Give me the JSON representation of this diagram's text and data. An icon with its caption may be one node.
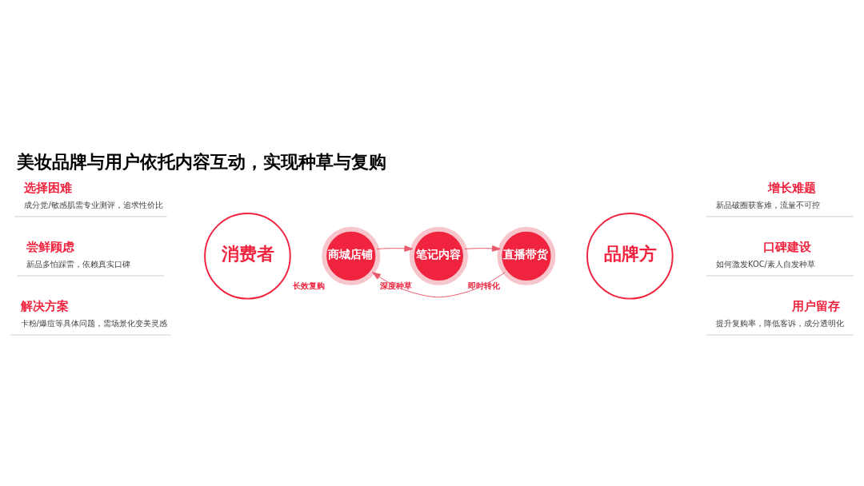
{
  "diagram": {
    "title": "美妆品牌与用户依托内容互动，实现种草与复购",
    "nodes": [
      {
        "text": [
          "选择困难",
          "成分党/敏感肌需专业测评，追求性价比"
        ]
      },
      {
        "text": [
          "尝鲜顾虑",
          "新品多怕踩雷，依赖真实口碑"
        ]
      },
      {
        "text": [
          "解决方案",
          "卡粉/爆痘等具体问题，需场景化变美灵感"
        ]
      },
      {
        "text": [
          "消费者"
        ]
      },
      {
        "text": [
          "笔记内容"
        ],
        "beside": [
          "深度种草"
        ]
      },
      {
        "text": [
          "商城店铺"
        ],
        "beside": [
          "长效复购"
        ]
      },
      {
        "text": [
          "直播带货"
        ],
        "beside": [
          "即时转化"
        ]
      },
      {
        "text": [
          "品牌方"
        ]
      },
      {
        "text": [
          "增长难题",
          "新品破圈获客难，流量不可控"
        ]
      },
      {
        "text": [
          "口碑建设",
          "如何激发KOC/素人自发种草"
        ]
      },
      {
        "text": [
          "用户留存",
          "提升复购率，降低客诉，成分透明化"
        ]
      }
    ],
    "edges": [
      {
        "from": 4,
        "to": 6,
        "arrow": "to"
      },
      {
        "from": 6,
        "to": 5,
        "arrow": "to"
      },
      {
        "from": 5,
        "to": 4,
        "arrow": "to"
      }
    ]
  }
}
